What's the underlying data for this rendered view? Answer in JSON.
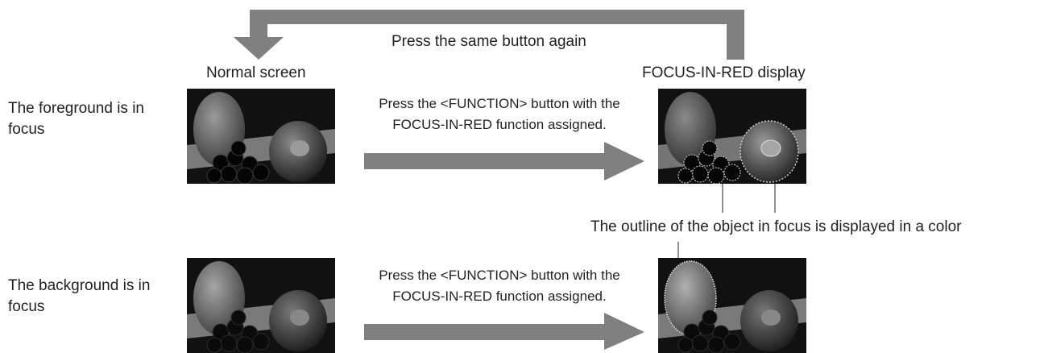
{
  "loop_label": "Press the same button again",
  "columns": {
    "normal": "Normal screen",
    "focus": "FOCUS-IN-RED display"
  },
  "rows": [
    {
      "label": "The foreground is in focus",
      "instruction_line1": "Press the <FUNCTION> button with the",
      "instruction_line2": "FOCUS-IN-RED function assigned."
    },
    {
      "label": "The background is in focus",
      "instruction_line1": "Press the <FUNCTION> button with the",
      "instruction_line2": "FOCUS-IN-RED function assigned."
    }
  ],
  "outline_note": "The outline of the object in focus is displayed in a color",
  "colors": {
    "arrow": "#808080",
    "text": "#231f20",
    "callout_line": "#555555"
  },
  "images": [
    "normal-photo-foreground-focus",
    "focus-in-red-photo-foreground-focus",
    "normal-photo-background-focus",
    "focus-in-red-photo-background-focus"
  ]
}
